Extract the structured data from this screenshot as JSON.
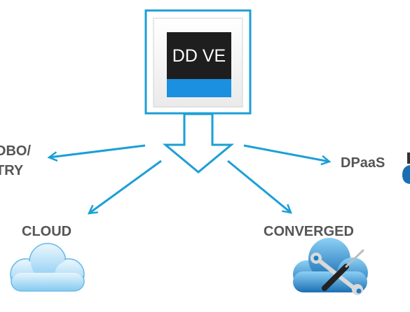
{
  "product": {
    "name": "DD VE"
  },
  "targets": {
    "robo_entry": {
      "label_line1": "DBO/",
      "label_line2": "TRY"
    },
    "dpaas": {
      "label": "DPaaS"
    },
    "cloud": {
      "label": "CLOUD"
    },
    "converged": {
      "label": "CONVERGED"
    }
  },
  "colors": {
    "accent": "#1c9fd6",
    "logo_dark": "#1e1e1e",
    "logo_blue": "#1b90e0",
    "label": "#555555",
    "cloud_light": "#a9d9f5",
    "cloud_dark": "#1a7fc3"
  },
  "icons": [
    "down-arrow-icon",
    "cloud-icon",
    "converged-cloud-icon",
    "wrench-icon",
    "screwdriver-icon"
  ]
}
